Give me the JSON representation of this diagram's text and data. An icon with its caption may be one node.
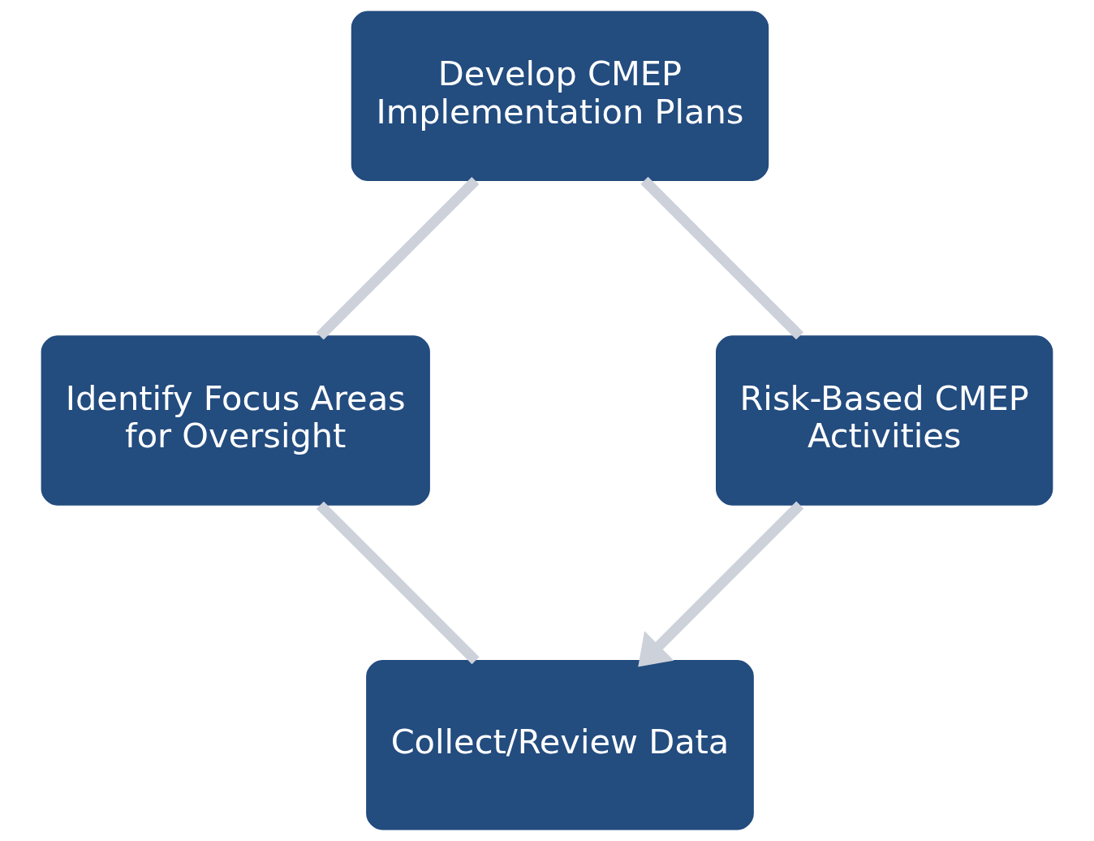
{
  "diagram": {
    "nodes": [
      {
        "text": [
          "Collect/Review Data"
        ]
      },
      {
        "text": [
          "Identify Focus Areas for Oversight"
        ]
      },
      {
        "text": [
          "Develop CMEP Implementation Plans"
        ]
      },
      {
        "text": [
          "Risk-Based CMEP Activities"
        ]
      }
    ],
    "edges": [
      {
        "from": 0,
        "to": 1,
        "arrow": "none"
      },
      {
        "from": 1,
        "to": 2,
        "arrow": "none"
      },
      {
        "from": 2,
        "to": 3,
        "arrow": "none"
      },
      {
        "from": 3,
        "to": 0,
        "arrow": "to"
      }
    ]
  }
}
